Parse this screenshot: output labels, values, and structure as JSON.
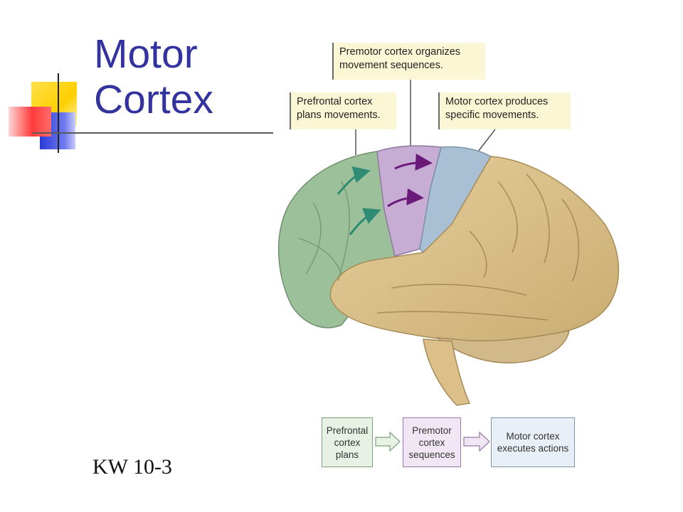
{
  "slide": {
    "title_line1": "Motor",
    "title_line2": "Cortex",
    "footer": "KW 10-3"
  },
  "callouts": {
    "premotor": [
      "Premotor cortex organizes",
      "movement sequences."
    ],
    "prefrontal": [
      "Prefrontal cortex",
      "plans movements."
    ],
    "motor": [
      "Motor cortex produces",
      "specific movements."
    ]
  },
  "flow": {
    "box1": [
      "Prefrontal",
      "cortex",
      "plans"
    ],
    "box2": [
      "Premotor",
      "cortex",
      "sequences"
    ],
    "box3": [
      "Motor cortex",
      "executes actions"
    ]
  },
  "colors": {
    "title": "#3333a0",
    "prefrontal": "#9cc09a",
    "premotor": "#c7add4",
    "motor": "#a9c0d4",
    "brain": "#dcc38e",
    "arrow_green": "#2e8b74",
    "arrow_purple": "#6a1b7a"
  }
}
